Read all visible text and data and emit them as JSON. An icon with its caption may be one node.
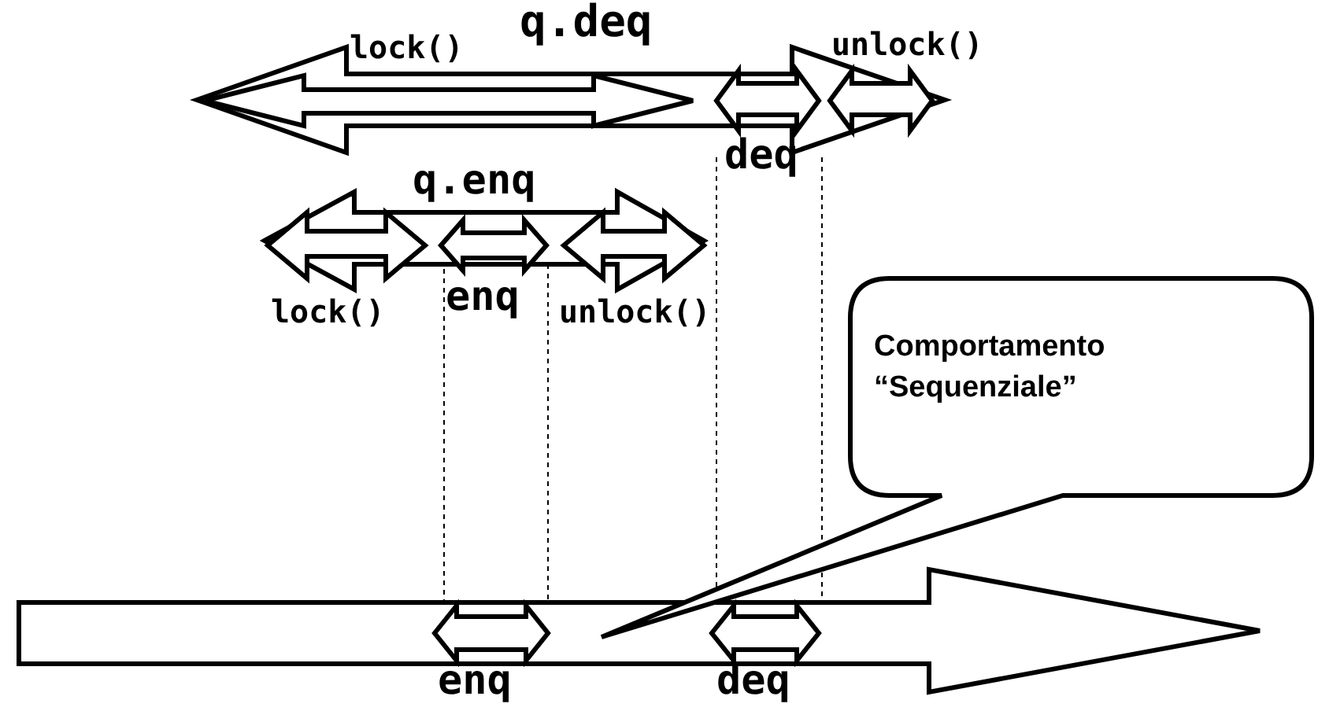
{
  "diagram": {
    "nodes": [
      {
        "text": [
          "q.deq"
        ]
      },
      {
        "text": [
          "lock()"
        ],
        "in": 0
      },
      {
        "text": [
          "deq"
        ],
        "in": 0
      },
      {
        "text": [
          "unlock()"
        ],
        "in": 0
      },
      {
        "text": [
          "q.enq"
        ]
      },
      {
        "text": [
          "lock()"
        ],
        "in": 4
      },
      {
        "text": [
          "enq"
        ],
        "in": 4
      },
      {
        "text": [
          "unlock()"
        ],
        "in": 4
      },
      {
        "text": [
          "Comportamento “Sequenziale”"
        ]
      },
      {
        "text": [],
        "shape": "arrow"
      },
      {
        "text": [
          "enq"
        ],
        "in": 9
      },
      {
        "text": [
          "deq"
        ],
        "in": 9
      }
    ]
  }
}
